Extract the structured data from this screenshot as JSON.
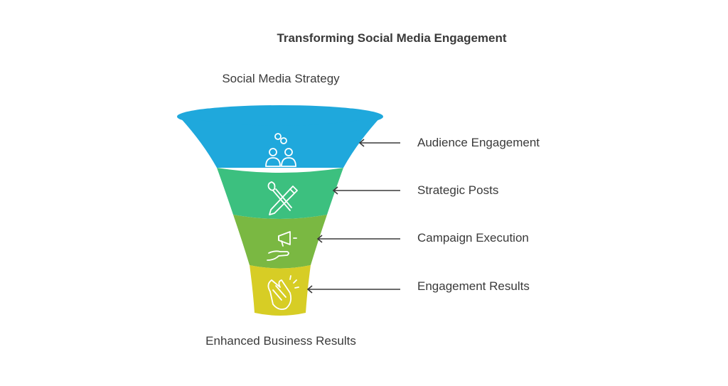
{
  "title": "Transforming Social Media Engagement",
  "top_label": "Social Media Strategy",
  "bottom_label": "Enhanced Business Results",
  "stages": [
    {
      "label": "Audience Engagement",
      "color": "#1fa8dc",
      "icon": "people-icon"
    },
    {
      "label": "Strategic Posts",
      "color": "#3cc07f",
      "icon": "pen-brush-icon"
    },
    {
      "label": "Campaign Execution",
      "color": "#7ab842",
      "icon": "megaphone-hand-icon"
    },
    {
      "label": "Engagement Results",
      "color": "#d7cd25",
      "icon": "clapping-hands-icon"
    }
  ],
  "colors": {
    "rim": "#1fa8dc",
    "arrow": "#3a3a3a",
    "icon_stroke": "#ffffff"
  }
}
